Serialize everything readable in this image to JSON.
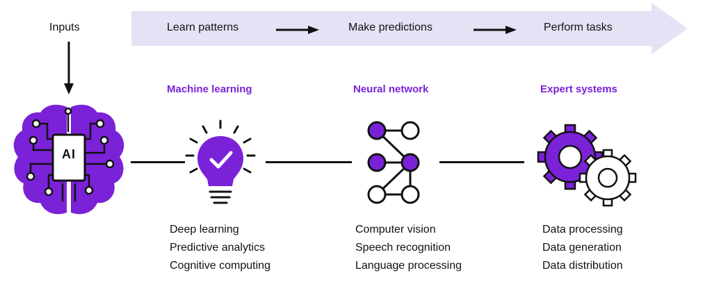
{
  "inputs_label": "Inputs",
  "process_steps": [
    "Learn patterns",
    "Make predictions",
    "Perform tasks"
  ],
  "ai_chip_label": "AI",
  "sections": [
    {
      "title": "Machine learning",
      "icon": "lightbulb-check-icon",
      "items": [
        "Deep learning",
        "Predictive analytics",
        "Cognitive computing"
      ]
    },
    {
      "title": "Neural network",
      "icon": "neural-network-icon",
      "items": [
        "Computer vision",
        "Speech recognition",
        "Language processing"
      ]
    },
    {
      "title": "Expert systems",
      "icon": "gears-icon",
      "items": [
        "Data processing",
        "Data generation",
        "Data distribution"
      ]
    }
  ],
  "colors": {
    "accent": "#7a22d8",
    "banner": "#e6e1f4",
    "ink": "#111111"
  }
}
